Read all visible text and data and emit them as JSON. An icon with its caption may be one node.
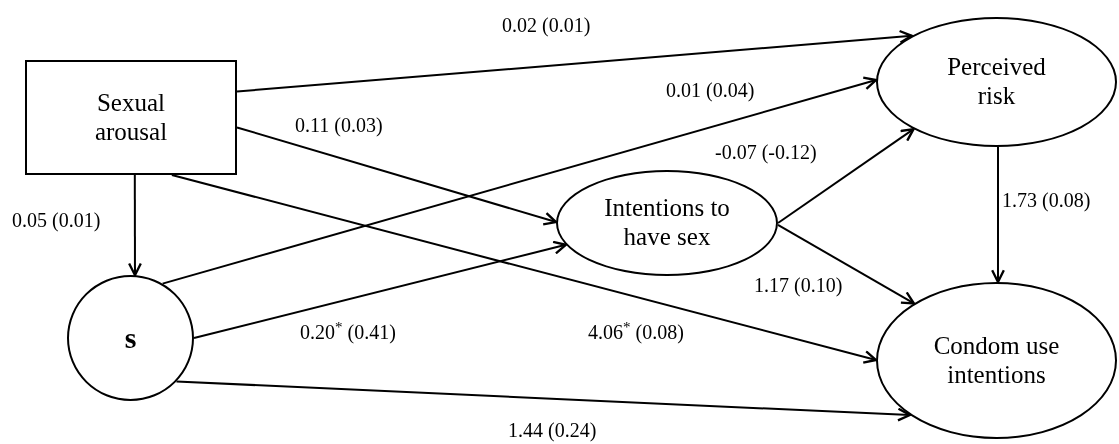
{
  "diagram": {
    "nodes": [
      {
        "text": [
          "Sexual arousal"
        ]
      },
      {
        "text": [
          "s"
        ]
      },
      {
        "text": [
          "Intentions to have sex"
        ]
      },
      {
        "text": [
          "Perceived risk"
        ]
      },
      {
        "text": [
          "Condom use intentions"
        ]
      }
    ],
    "edges": [
      {
        "from": 0,
        "to": 3,
        "arrow": "to",
        "label": "0.02 (0.01)"
      },
      {
        "from": 0,
        "to": 2,
        "arrow": "to",
        "label": "0.11 (0.03)"
      },
      {
        "from": 0,
        "to": 1,
        "arrow": "to",
        "label": "0.05 (0.01)"
      },
      {
        "from": 0,
        "to": 4,
        "arrow": "to",
        "label": "4.06$^{*}$ (0.08)"
      },
      {
        "from": 1,
        "to": 3,
        "arrow": "to",
        "label": "0.01 (0.04)"
      },
      {
        "from": 1,
        "to": 2,
        "arrow": "to",
        "label": "0.20$^{*}$ (0.41)"
      },
      {
        "from": 1,
        "to": 4,
        "arrow": "to",
        "label": "1.44 (0.24)"
      },
      {
        "from": 2,
        "to": 3,
        "arrow": "to",
        "label": "-0.07 (-0.12)"
      },
      {
        "from": 2,
        "to": 4,
        "arrow": "to",
        "label": "1.17 (0.10)"
      },
      {
        "from": 3,
        "to": 4,
        "arrow": "to",
        "label": "1.73 (0.08)"
      }
    ]
  }
}
